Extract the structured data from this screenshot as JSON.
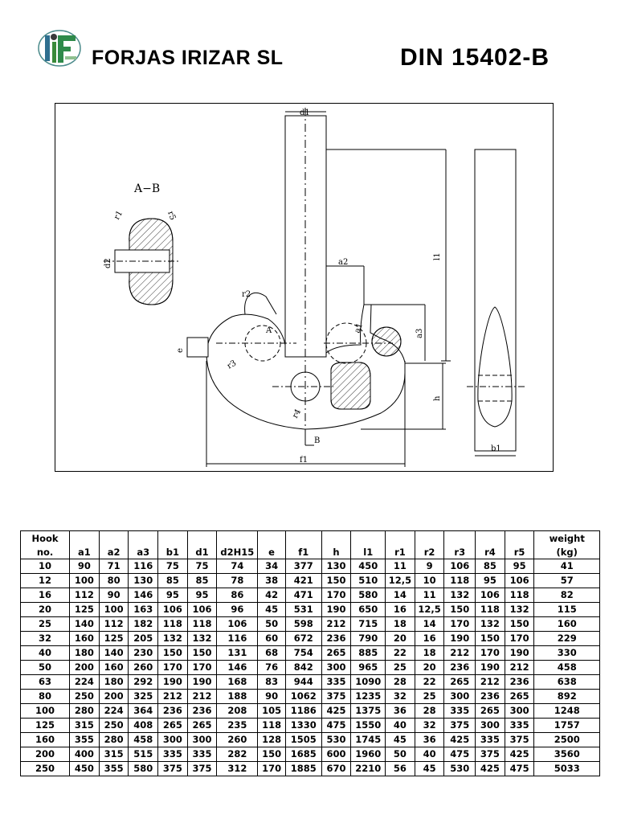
{
  "header": {
    "company": "FORJAS IRIZAR SL",
    "standard": "DIN 15402-B",
    "logo_icon": "forjas-irizar-logo"
  },
  "drawing": {
    "section_label": "A−B",
    "labels": {
      "d1": "d1",
      "l1": "l1",
      "a2": "a2",
      "a3": "a3",
      "a1": "a1",
      "h": "h",
      "f1": "f1",
      "b1": "b1",
      "e": "e",
      "r1": "r1",
      "r2": "r2",
      "r3": "r3",
      "r4": "r4",
      "r5": "r5",
      "d2": "d2",
      "A": "A",
      "B": "B"
    }
  },
  "table": {
    "header_top": [
      "Hook",
      "",
      "",
      "",
      "",
      "",
      "",
      "",
      "",
      "",
      "",
      "",
      "",
      "",
      "",
      "",
      "weight"
    ],
    "header_bottom": [
      "no.",
      "a1",
      "a2",
      "a3",
      "b1",
      "d1",
      "d2H15",
      "e",
      "f1",
      "h",
      "l1",
      "r1",
      "r2",
      "r3",
      "r4",
      "r5",
      "(kg)"
    ],
    "rows": [
      [
        "10",
        "90",
        "71",
        "116",
        "75",
        "75",
        "74",
        "34",
        "377",
        "130",
        "450",
        "11",
        "9",
        "106",
        "85",
        "95",
        "41"
      ],
      [
        "12",
        "100",
        "80",
        "130",
        "85",
        "85",
        "78",
        "38",
        "421",
        "150",
        "510",
        "12,5",
        "10",
        "118",
        "95",
        "106",
        "57"
      ],
      [
        "16",
        "112",
        "90",
        "146",
        "95",
        "95",
        "86",
        "42",
        "471",
        "170",
        "580",
        "14",
        "11",
        "132",
        "106",
        "118",
        "82"
      ],
      [
        "20",
        "125",
        "100",
        "163",
        "106",
        "106",
        "96",
        "45",
        "531",
        "190",
        "650",
        "16",
        "12,5",
        "150",
        "118",
        "132",
        "115"
      ],
      [
        "25",
        "140",
        "112",
        "182",
        "118",
        "118",
        "106",
        "50",
        "598",
        "212",
        "715",
        "18",
        "14",
        "170",
        "132",
        "150",
        "160"
      ],
      [
        "32",
        "160",
        "125",
        "205",
        "132",
        "132",
        "116",
        "60",
        "672",
        "236",
        "790",
        "20",
        "16",
        "190",
        "150",
        "170",
        "229"
      ],
      [
        "40",
        "180",
        "140",
        "230",
        "150",
        "150",
        "131",
        "68",
        "754",
        "265",
        "885",
        "22",
        "18",
        "212",
        "170",
        "190",
        "330"
      ],
      [
        "50",
        "200",
        "160",
        "260",
        "170",
        "170",
        "146",
        "76",
        "842",
        "300",
        "965",
        "25",
        "20",
        "236",
        "190",
        "212",
        "458"
      ],
      [
        "63",
        "224",
        "180",
        "292",
        "190",
        "190",
        "168",
        "83",
        "944",
        "335",
        "1090",
        "28",
        "22",
        "265",
        "212",
        "236",
        "638"
      ],
      [
        "80",
        "250",
        "200",
        "325",
        "212",
        "212",
        "188",
        "90",
        "1062",
        "375",
        "1235",
        "32",
        "25",
        "300",
        "236",
        "265",
        "892"
      ],
      [
        "100",
        "280",
        "224",
        "364",
        "236",
        "236",
        "208",
        "105",
        "1186",
        "425",
        "1375",
        "36",
        "28",
        "335",
        "265",
        "300",
        "1248"
      ],
      [
        "125",
        "315",
        "250",
        "408",
        "265",
        "265",
        "235",
        "118",
        "1330",
        "475",
        "1550",
        "40",
        "32",
        "375",
        "300",
        "335",
        "1757"
      ],
      [
        "160",
        "355",
        "280",
        "458",
        "300",
        "300",
        "260",
        "128",
        "1505",
        "530",
        "1745",
        "45",
        "36",
        "425",
        "335",
        "375",
        "2500"
      ],
      [
        "200",
        "400",
        "315",
        "515",
        "335",
        "335",
        "282",
        "150",
        "1685",
        "600",
        "1960",
        "50",
        "40",
        "475",
        "375",
        "425",
        "3560"
      ],
      [
        "250",
        "450",
        "355",
        "580",
        "375",
        "375",
        "312",
        "170",
        "1885",
        "670",
        "2210",
        "56",
        "45",
        "530",
        "425",
        "475",
        "5033"
      ]
    ]
  }
}
